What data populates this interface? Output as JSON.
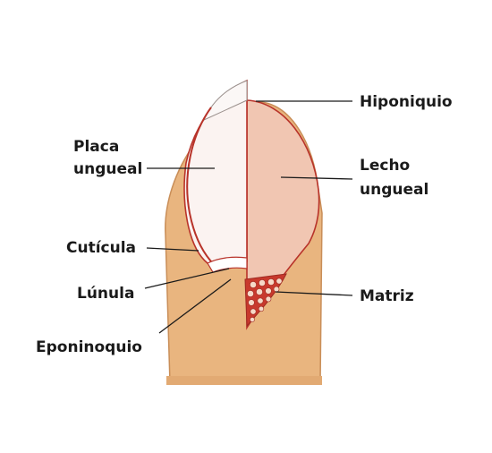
{
  "diagram": {
    "labels": {
      "placa_line1": "Placa",
      "placa_line2": "ungueal",
      "cuticula": "Cutícula",
      "lunula": "Lúnula",
      "eponiquio": "Eponinoquio",
      "hiponiquio": "Hiponiquio",
      "lecho_line1": "Lecho",
      "lecho_line2": "ungueal",
      "matriz": "Matriz"
    },
    "colors": {
      "skin": "#e9b57f",
      "skin_outline": "#c98e58",
      "nail_plate": "#fbf3f1",
      "nail_bed": "#f1c6b2",
      "outline_red": "#b8332a",
      "matrix_fill": "#c8392d",
      "matrix_cells": "#f6d9c8"
    }
  }
}
